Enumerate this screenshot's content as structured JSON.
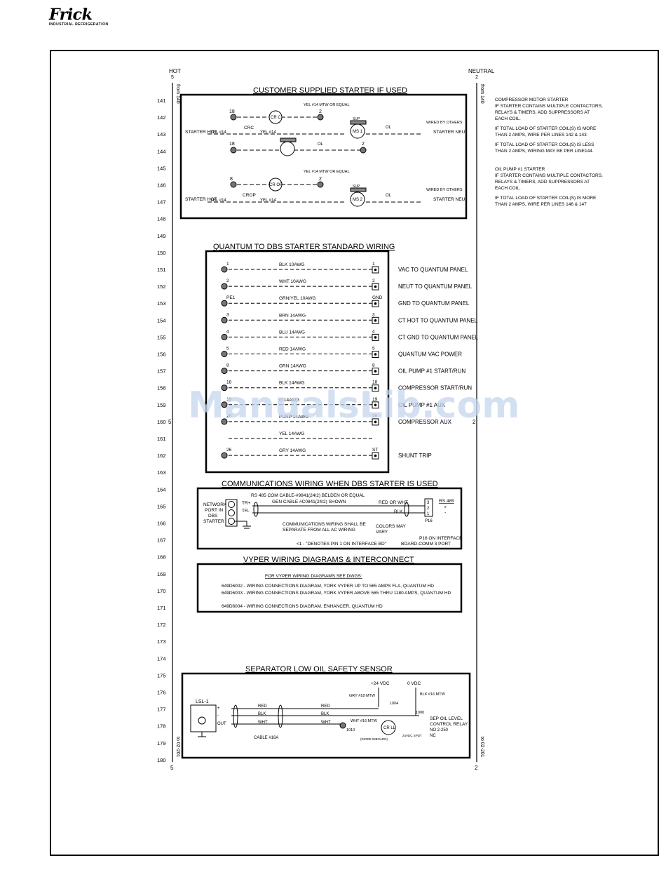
{
  "logo": {
    "brand": "Frick",
    "tagline": "INDUSTRIAL REFRIGERATION"
  },
  "rails": {
    "hot_label": "HOT",
    "hot_num": "5",
    "neutral_label": "NEUTRAL",
    "neutral_num": "2",
    "from_left": "from 140",
    "from_right": "from 140",
    "to_left": "to 02-201",
    "to_right": "to 02-201",
    "bottom_left": "5",
    "bottom_right": "2",
    "mid_left": "5",
    "mid_right": "2"
  },
  "line_numbers": [
    "141",
    "142",
    "143",
    "144",
    "145",
    "146",
    "147",
    "148",
    "149",
    "150",
    "151",
    "152",
    "153",
    "154",
    "155",
    "156",
    "157",
    "158",
    "159",
    "160",
    "161",
    "162",
    "163",
    "164",
    "165",
    "166",
    "167",
    "168",
    "169",
    "170",
    "171",
    "172",
    "173",
    "174",
    "175",
    "176",
    "177",
    "178",
    "179",
    "180"
  ],
  "starter": {
    "title": "CUSTOMER SUPPLIED STARTER IF USED",
    "wire_note": "YEL #14 MTW OR EQUAL",
    "starter_hot": "STARTER HOT",
    "yel14": "YEL #14",
    "crc": "CRC",
    "crop": "CROP",
    "sup": "SUP",
    "ol": "OL",
    "wired_by_others": "WIRED BY OTHERS",
    "starter_neu": "STARTER NEU",
    "cr_c": "CR C",
    "cr_op": "CR OP",
    "ms1": "MS 1",
    "ms2": "MS 2",
    "n18": "18",
    "n2": "2",
    "n8": "8"
  },
  "notes": {
    "compressor": [
      "COMPRESSOR MOTOR STARTER",
      "IF STARTER CONTAINS MULTIPLE CONTACTORS,",
      "RELAYS & TIMERS, ADD SUPPRESSORS AT",
      "EACH COIL."
    ],
    "compressor2": [
      "IF TOTAL LOAD OF STARTER COIL(S) IS MORE",
      "THAN 2 AMPS, WIRE PER LINES 142 & 143"
    ],
    "compressor3": [
      "IF TOTAL LOAD OF STARTER COIL(S) IS LESS",
      "THAN 2 AMPS, WIRING MAY BE PER LINE144."
    ],
    "oilpump": [
      "OIL PUMP #1 STARTER",
      "IF STARTER CONTAINS MULTIPLE CONTACTORS,",
      "RELAYS & TIMERS, ADD SUPPRESSORS AT",
      "EACH COIL."
    ],
    "oilpump2": [
      "IF TOTAL LOAD OF STARTER COIL(S) IS MORE",
      "THAN 2 AMPS, WIRE PER LINES 146 & 147"
    ]
  },
  "dbs": {
    "title": "QUANTUM TO DBS STARTER STANDARD WIRING",
    "rows": [
      {
        "left": "1",
        "wire": "BLK 10AWG",
        "right": "1",
        "desc": "VAC TO QUANTUM PANEL"
      },
      {
        "left": "2",
        "wire": "WHT 10AWG",
        "right": "2",
        "desc": "NEUT TO QUANTUM PANEL"
      },
      {
        "left": "PE1",
        "wire": "GRN/YEL 10AWG",
        "right": "GND",
        "desc": "GND TO QUANTUM PANEL"
      },
      {
        "left": "3",
        "wire": "BRN 14AWG",
        "right": "3",
        "desc": "CT HOT TO QUANTUM PANEL"
      },
      {
        "left": "4",
        "wire": "BLU 14AWG",
        "right": "4",
        "desc": "CT GND TO QUANTUM PANEL"
      },
      {
        "left": "5",
        "wire": "RED 14AWG",
        "right": "5",
        "desc": "QUANTUM VAC POWER"
      },
      {
        "left": "8",
        "wire": "GRN 14AWG",
        "right": "8",
        "desc": "OIL PUMP #1 START/RUN"
      },
      {
        "left": "18",
        "wire": "BLK 14AWG",
        "right": "18",
        "desc": "COMPRESSOR START/RUN"
      },
      {
        "left": "19",
        "wire": "G 14AWG",
        "right": "19",
        "desc": "OIL PUMP #1 AUX"
      },
      {
        "left": "20",
        "wire": "PURP 14AWG",
        "right": "20",
        "desc": "COMPRESSOR AUX"
      },
      {
        "left": "",
        "wire": "YEL 14AWG",
        "right": "",
        "desc": ""
      },
      {
        "left": "26",
        "wire": "GRY 14AWG",
        "right": "ST",
        "desc": "SHUNT TRIP"
      }
    ]
  },
  "comms": {
    "title": "COMMUNICATIONS WIRING WHEN DBS STARTER IS USED",
    "cable1": "RS 485 COM CABLE-#9841(24/2) BELDEN OR EQUAL",
    "cable2": "GEN CABLE #C0841(24/2) SHOWN",
    "network": [
      "NETWORK",
      "PORT IN",
      "DBS",
      "STARTER"
    ],
    "trp": "TR+",
    "trn": "TR-",
    "red_wht": "RED OR WHT",
    "blk": "BLK",
    "rs485": "RS 485",
    "colors": [
      "COLORS MAY",
      "VARY"
    ],
    "separate": [
      "COMMUNICATIONS WIRING SHALL BE",
      "SEPARATE FROM ALL AC WIRING"
    ],
    "p16": "P16",
    "interface": [
      "P16 ON INTERFACE",
      "BOARD-COMM 3 PORT"
    ],
    "pin1": "<1 - \"DENOTES PIN 1 ON INTERFACE BD\"",
    "plus": "+",
    "minus": "-"
  },
  "vyper": {
    "title": "VYPER WIRING DIAGRAMS & INTERCONNECT",
    "subtitle": "FOR VYPER WIRING DIAGRAMS SEE DWGS:",
    "lines": [
      "649D6002 - WIRING CONNECTIONS DIAGRAM, YORK VYPER UP TO 565 AMPS FLA, QUANTUM HD",
      "649D6003 - WIRING CONNECTIONS DIAGRAM, YORK VYPER ABOVE 565 THRU 1180 AMPS, QUANTUM HD",
      "649D6004 - WIRING CONNECTIONS DIAGRAM, ENHANCER, QUANTUM HD"
    ]
  },
  "sensor": {
    "title": "SEPARATOR LOW OIL SAFETY SENSOR",
    "vdc24": "+24 VDC",
    "vdc0": "0 VDC",
    "gry": "GRY #18 MTW",
    "blk16": "BLK #16 MTW",
    "n1004": "1004",
    "n1000": "1000",
    "n1010": "1010",
    "lsl": "LSL-1",
    "out": "OUT",
    "wires": [
      "RED",
      "BLK",
      "WHT"
    ],
    "cable": "CABLE #16A",
    "wht16": "WHT #16 MTW",
    "cr_ll": "CR LL",
    "relay": [
      "SEP OIL LEVEL",
      "CONTROL RELAY",
      "NO 2-250",
      "NC"
    ],
    "diode": "(DIODE INBOARD)",
    "vdc_spdt": "24VDC SPDT"
  },
  "watermark": "ManualsLib.com"
}
